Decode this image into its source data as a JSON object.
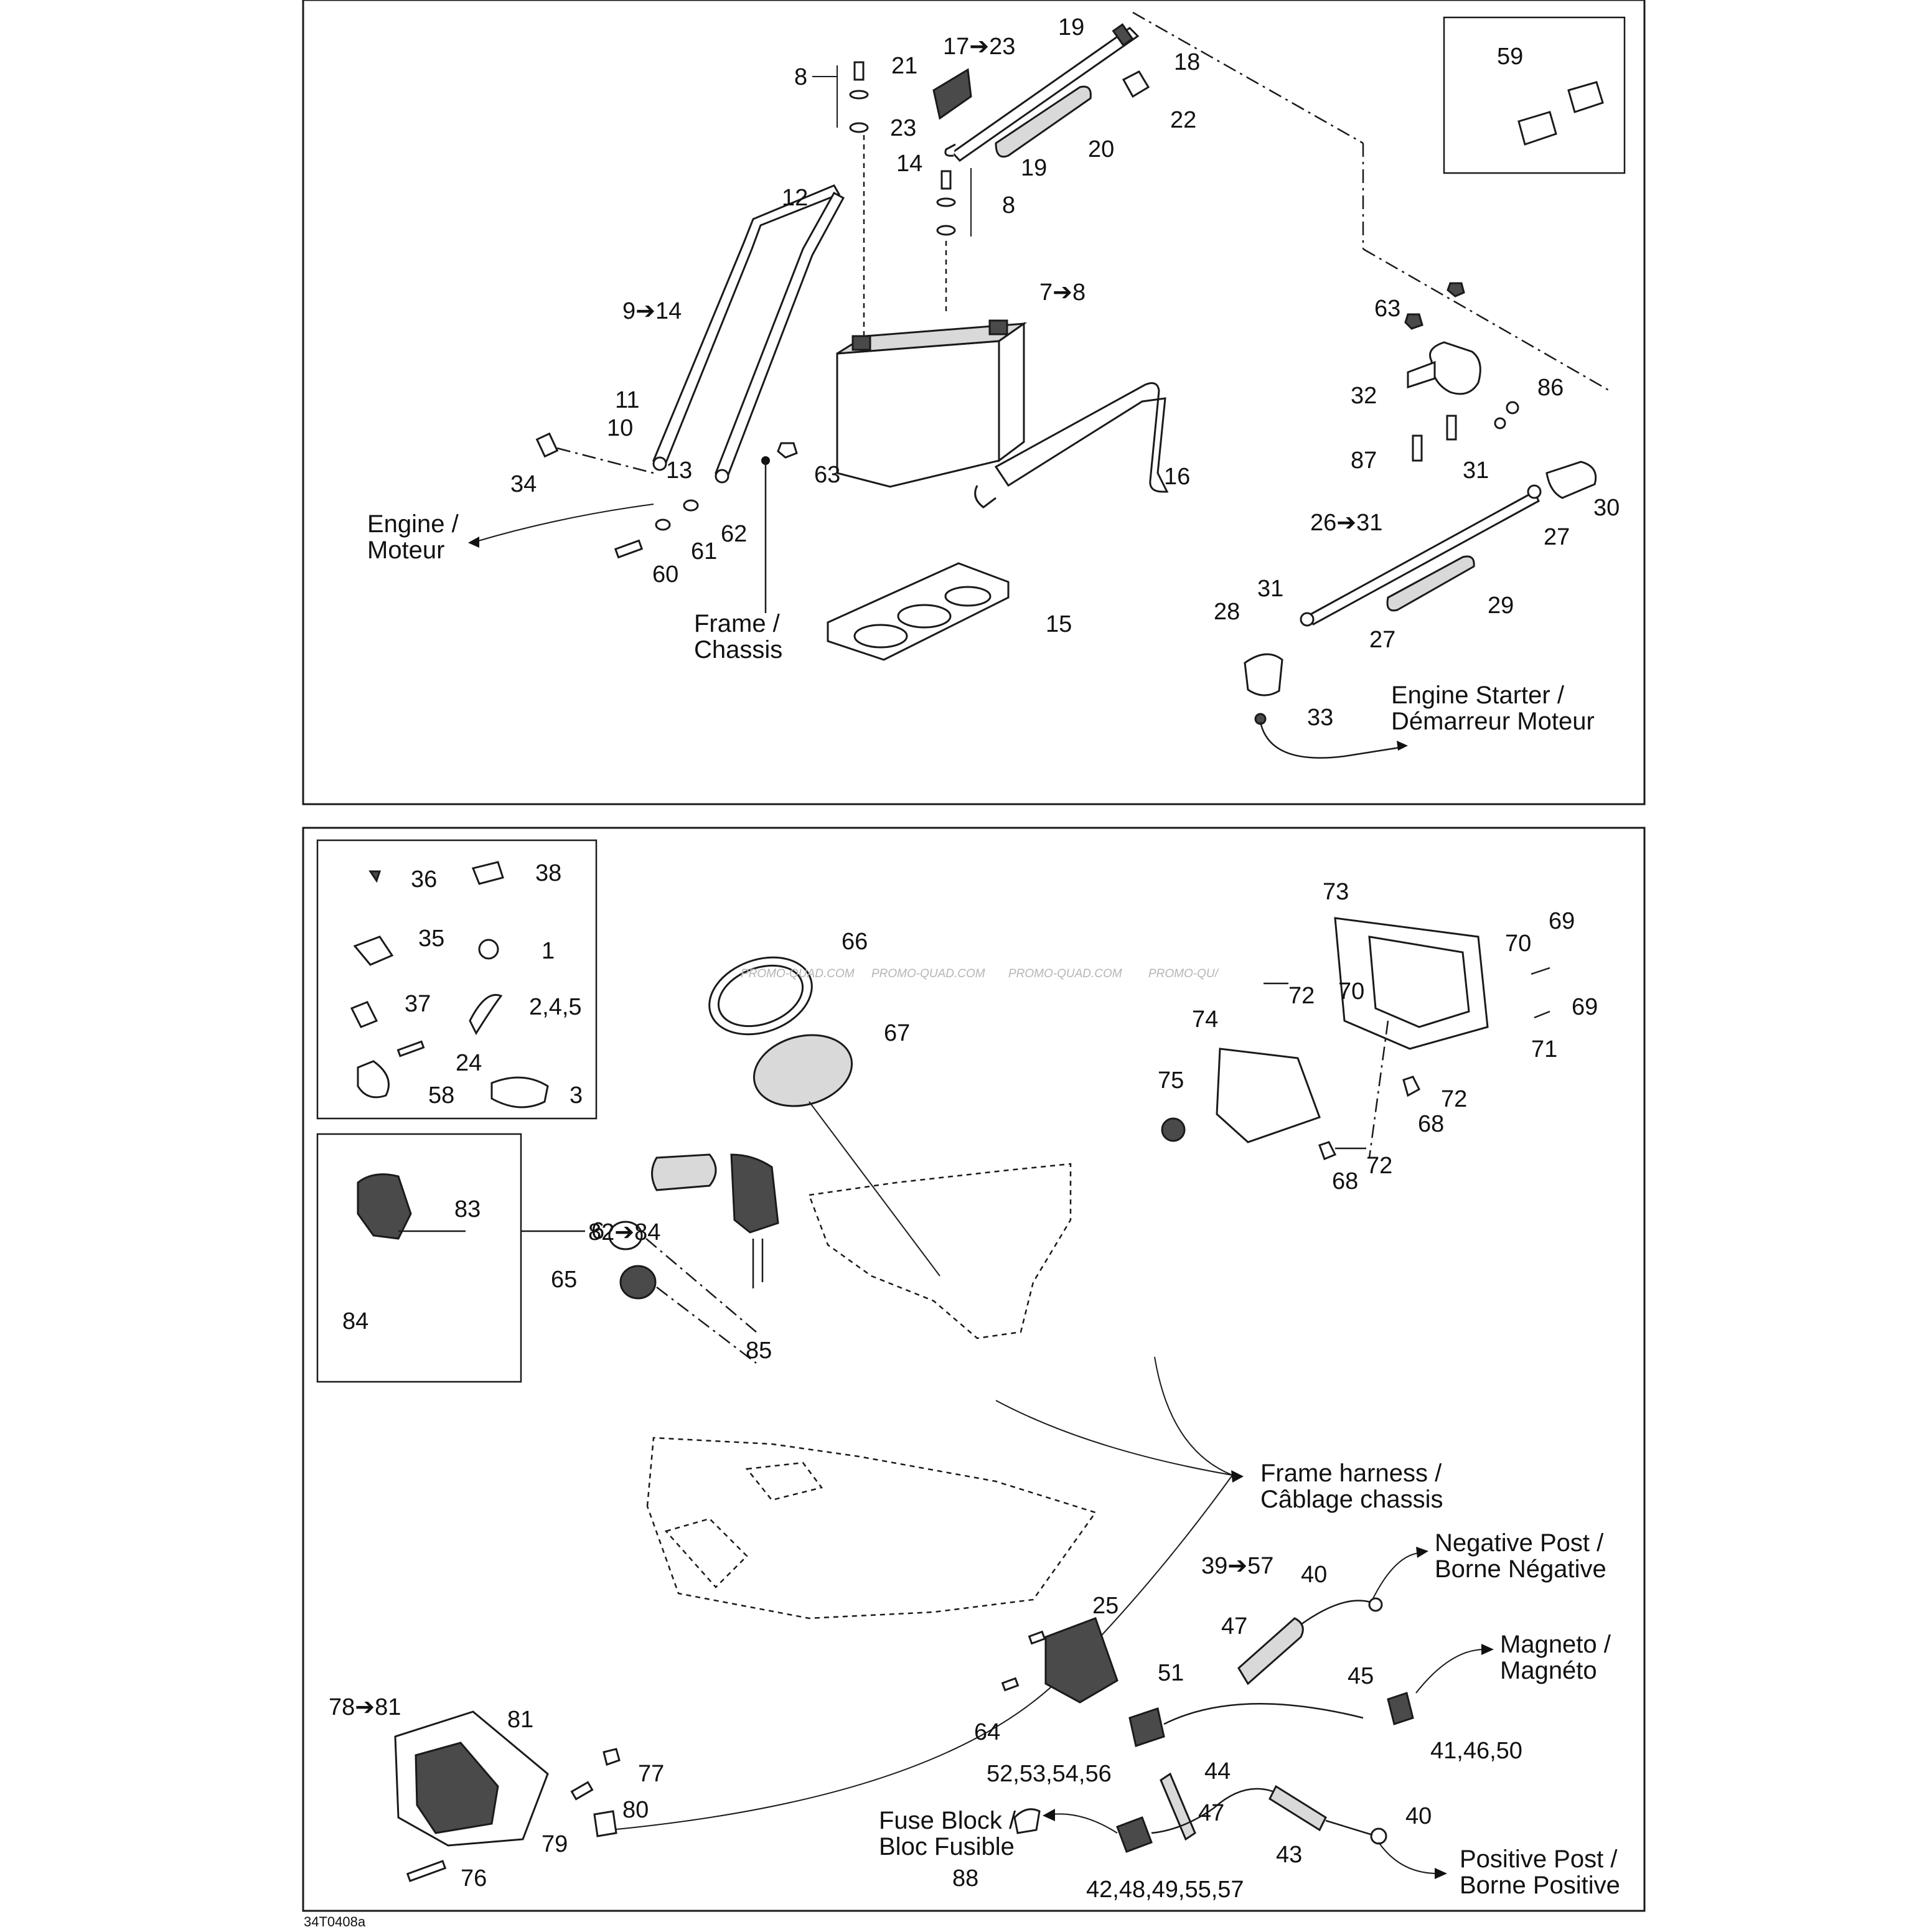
{
  "diagram_code": "34T0408a",
  "watermark": [
    "PROMO-QUAD.COM",
    "PROMO-QUAD.COM",
    "PROMO-QUAD.COM",
    "PROMO-QU/"
  ],
  "callouts_top": [
    "8",
    "21",
    "17➔23",
    "19",
    "18",
    "22",
    "23",
    "19",
    "20",
    "14",
    "12",
    "8",
    "9➔14",
    "7➔8",
    "11",
    "10",
    "13",
    "34",
    "63",
    "16",
    "62",
    "61",
    "60",
    "15",
    "59",
    "63",
    "32",
    "86",
    "87",
    "31",
    "30",
    "26➔31",
    "27",
    "31",
    "29",
    "28",
    "27",
    "33"
  ],
  "callouts_bottom": [
    "36",
    "38",
    "35",
    "1",
    "37",
    "2,4,5",
    "24",
    "58",
    "3",
    "83",
    "82➔84",
    "84",
    "85",
    "66",
    "67",
    "73",
    "69",
    "70",
    "70",
    "72",
    "69",
    "71",
    "74",
    "75",
    "72",
    "68",
    "72",
    "68",
    "6",
    "65",
    "25",
    "39➔57",
    "40",
    "47",
    "64",
    "51",
    "45",
    "52,53,54,56",
    "44",
    "41,46,50",
    "78➔81",
    "81",
    "77",
    "80",
    "79",
    "76",
    "47",
    "43",
    "40",
    "88",
    "42,48,49,55,57"
  ],
  "references": {
    "engine": "Engine /\nMoteur",
    "frame": "Frame /\nChassis",
    "engine_starter": "Engine Starter /\nDémarreur Moteur",
    "frame_harness": "Frame harness /\nCâblage chassis",
    "negative_post": "Negative Post /\nBorne Négative",
    "magneto": "Magneto /\nMagnéto",
    "fuse_block": "Fuse Block /\nBloc Fusible",
    "positive_post": "Positive Post /\nBorne Positive"
  }
}
